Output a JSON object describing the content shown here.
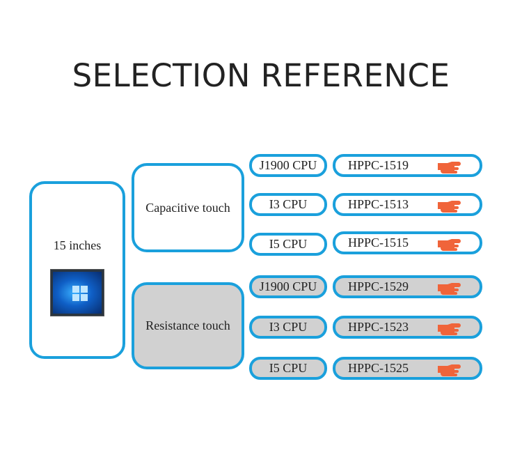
{
  "title": "SELECTION REFERENCE",
  "size": {
    "label": "15 inches",
    "image_icon": "windows-logo-icon"
  },
  "groups": [
    {
      "touch": "Capacitive touch",
      "options": [
        {
          "cpu": "J1900 CPU",
          "model": "HPPC-1519"
        },
        {
          "cpu": "I3 CPU",
          "model": "HPPC-1513"
        },
        {
          "cpu": "I5 CPU",
          "model": "HPPC-1515"
        }
      ]
    },
    {
      "touch": "Resistance touch",
      "options": [
        {
          "cpu": "J1900 CPU",
          "model": "HPPC-1529"
        },
        {
          "cpu": "I3 CPU",
          "model": "HPPC-1523"
        },
        {
          "cpu": "I5 CPU",
          "model": "HPPC-1525"
        }
      ]
    }
  ],
  "colors": {
    "border": "#1aa0dc",
    "resistive_fill": "#d1d1d1",
    "hand": "#f0643a"
  },
  "pointer_icon": "pointing-hand-icon"
}
